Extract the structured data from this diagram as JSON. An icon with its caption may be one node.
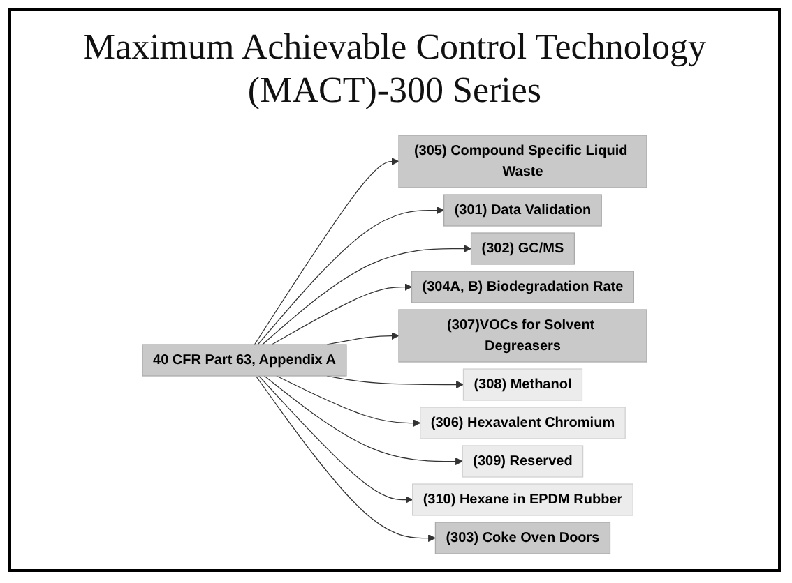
{
  "diagram": {
    "title": "Maximum Achievable Control Technology (MACT)-300 Series",
    "nodes": [
      {
        "text": [
          "(305) Compound Specific Liquid Waste"
        ]
      },
      {
        "text": [
          "(301) Data Validation"
        ]
      },
      {
        "text": [
          "(302) GC/MS"
        ]
      },
      {
        "text": [
          "(303) Coke Oven Doors"
        ]
      },
      {
        "text": [
          "40 CFR Part 63, Appendix A"
        ]
      },
      {
        "text": [
          "(304A, B) Biodegradation Rate"
        ]
      },
      {
        "text": [
          "(310) Hexane in EPDM Rubber"
        ]
      },
      {
        "text": [
          "(307)VOCs for Solvent Degreasers"
        ]
      },
      {
        "text": [
          "(309) Reserved"
        ]
      },
      {
        "text": [
          "(306) Hexavalent Chromium"
        ]
      },
      {
        "text": [
          "(308) Methanol"
        ]
      }
    ],
    "edges": [
      {
        "from": 4,
        "to": 0,
        "arrow": "to"
      },
      {
        "from": 4,
        "to": 1,
        "arrow": "to"
      },
      {
        "from": 4,
        "to": 2,
        "arrow": "to"
      },
      {
        "from": 4,
        "to": 5,
        "arrow": "to"
      },
      {
        "from": 4,
        "to": 7,
        "arrow": "to"
      },
      {
        "from": 4,
        "to": 10,
        "arrow": "to"
      },
      {
        "from": 4,
        "to": 9,
        "arrow": "to"
      },
      {
        "from": 4,
        "to": 8,
        "arrow": "to"
      },
      {
        "from": 4,
        "to": 6,
        "arrow": "to"
      },
      {
        "from": 4,
        "to": 3,
        "arrow": "to"
      }
    ]
  }
}
